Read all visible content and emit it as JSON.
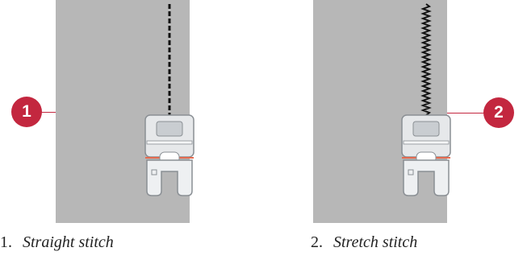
{
  "callouts": {
    "one": "1",
    "two": "2"
  },
  "captions": [
    {
      "number": "1.",
      "label": "Straight stitch"
    },
    {
      "number": "2.",
      "label": "Stretch stitch"
    }
  ],
  "colors": {
    "panel": "#b7b7b7",
    "accent": "#c3273f",
    "stitch": "#111111",
    "metal": "#d9dde0"
  },
  "icons": {
    "stitch_left": "straight-stitch-line",
    "stitch_right": "stretch-stitch-zigzag",
    "foot": "presser-foot"
  }
}
